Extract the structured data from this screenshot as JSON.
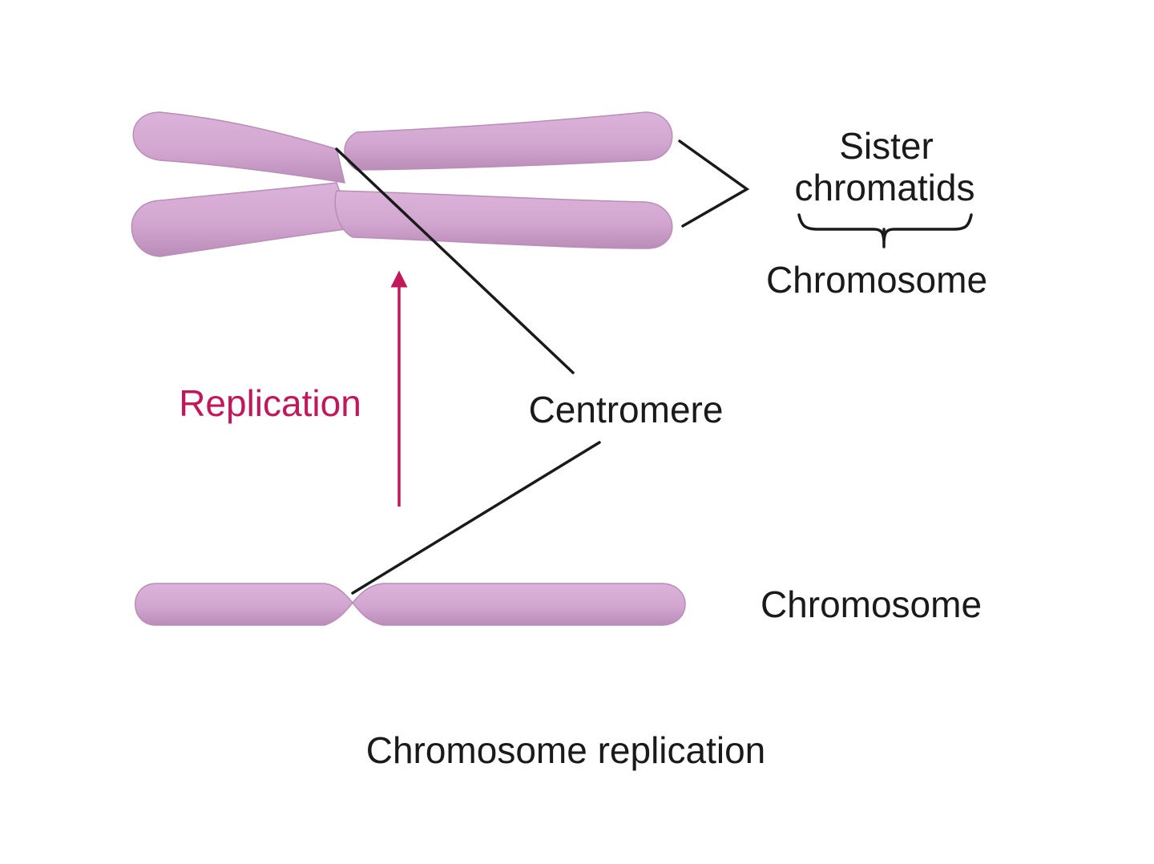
{
  "labels": {
    "sister_chromatids_line1": "Sister",
    "sister_chromatids_line2": "chromatids",
    "chromosome_top": "Chromosome",
    "replication": "Replication",
    "centromere": "Centromere",
    "chromosome_bottom": "Chromosome",
    "caption": "Chromosome replication"
  },
  "colors": {
    "chromosome_fill": "#d2a6d0",
    "chromosome_shadow": "#b98db7",
    "replication_accent": "#c2185b",
    "leader_lines": "#1a1a1a"
  }
}
